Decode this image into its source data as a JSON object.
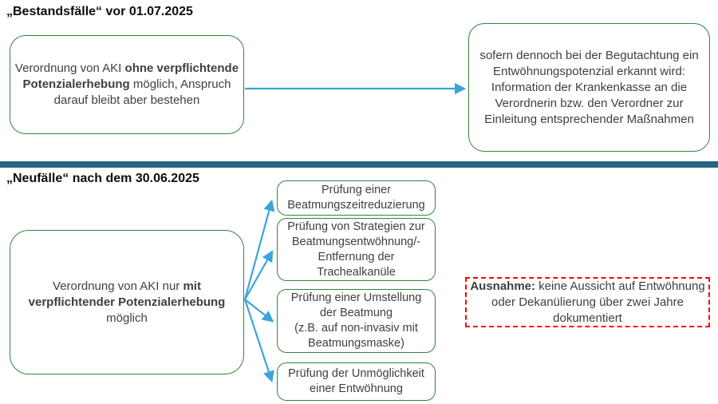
{
  "colors": {
    "green_border": "#35833c",
    "arrow_blue": "#3aa5db",
    "divider_teal": "#246581",
    "red_dashed": "#ff0000",
    "text_dark": "#3f3f3f",
    "heading_black": "#0d0d0d"
  },
  "bestandsfaelle": {
    "heading": "„Bestandsfälle“ vor 01.07.2025",
    "left_box": {
      "text_before": "Verordnung von AKI ",
      "bold": "ohne verpflichtende\nPotenzialerhebung",
      "text_after": " möglich, Anspruch\ndarauf bleibt aber bestehen"
    },
    "right_box": {
      "text": "sofern dennoch bei der Begutachtung ein\nEntwöhnungspotenzial erkannt wird:\nInformation der Krankenkasse an die\nVerordnerin bzw. den Verordner zur\nEinleitung entsprechender Maßnahmen"
    }
  },
  "neufaelle": {
    "heading": "„Neufälle“ nach dem 30.06.2025",
    "left_box": {
      "text_before": "Verordnung von AKI nur ",
      "bold": "mit\nverpflichtender Potenzialerhebung",
      "text_after": "\nmöglich"
    },
    "check_boxes": [
      {
        "text": "Prüfung einer\nBeatmungszeitreduzierung"
      },
      {
        "text": "Prüfung von Strategien zur\nBeatmungsentwöhnung/-\nEntfernung der\nTrachealkanüle"
      },
      {
        "text": "Prüfung einer Umstellung\nder Beatmung\n(z.B. auf non-invasiv mit\nBeatmungsmaske)"
      },
      {
        "text": "Prüfung der Unmöglichkeit\neiner Entwöhnung"
      }
    ],
    "exception_box": {
      "bold": "Ausnahme:",
      "text": " keine Aussicht auf Entwöhnung\noder Dekanülierung über zwei Jahre\ndokumentiert"
    }
  }
}
